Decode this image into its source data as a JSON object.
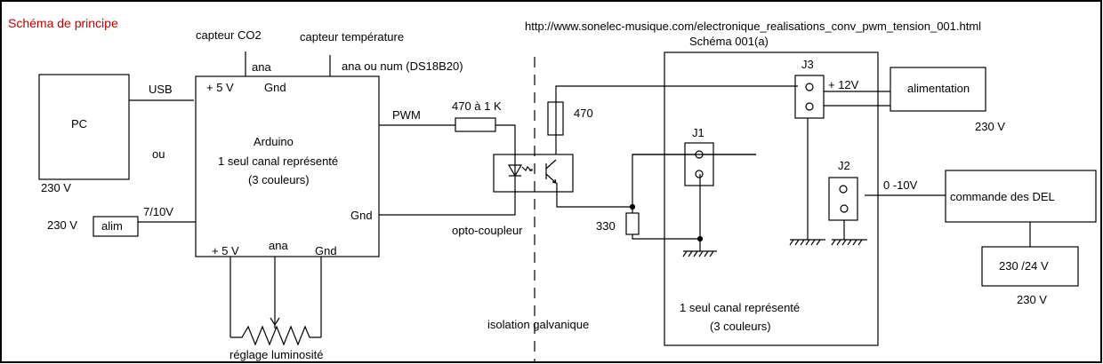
{
  "diagram": {
    "title": "Schéma de principe",
    "source_url": "http://www.sonelec-musique.com/electronique_realisations_conv_pwm_tension_001.html",
    "schema_label": "Schéma 001(a)",
    "pc": {
      "label": "PC",
      "voltage": "230 V",
      "link": "USB",
      "or_label": "ou"
    },
    "alim": {
      "label": "alim",
      "voltage_in": "230 V",
      "voltage_out": "7/10V"
    },
    "sensors": {
      "co2": {
        "label": "capteur CO2",
        "signal": "ana"
      },
      "temperature": {
        "label": "capteur température",
        "signal": "ana ou num (DS18B20)"
      }
    },
    "arduino": {
      "name": "Arduino",
      "line2": "1 seul canal représenté",
      "line3": "(3 couleurs)",
      "pin_5v_top": "+ 5 V",
      "pin_gnd_top": "Gnd",
      "pin_pwm": "PWM",
      "pin_gnd_right": "Gnd",
      "pin_5v_bottom": "+ 5 V",
      "pin_ana_bottom": "ana",
      "pin_gnd_bottom": "Gnd"
    },
    "potentiometer": {
      "label": "réglage luminosité"
    },
    "resistor_input": {
      "label": "470 à 1 K"
    },
    "optocoupler": {
      "label": "opto-coupleur"
    },
    "isolation": {
      "label": "isolation galvanique"
    },
    "resistor_470": {
      "label": "470"
    },
    "resistor_330": {
      "label": "330"
    },
    "board": {
      "j1": "J1",
      "j2": "J2",
      "j3": "J3",
      "line1": "1 seul canal représenté",
      "line2": "(3 couleurs)"
    },
    "power_supply": {
      "label": "alimentation",
      "output": "+ 12V",
      "voltage": "230 V"
    },
    "led_driver": {
      "label": "commande des DEL",
      "input": "0 -10V"
    },
    "transformer": {
      "label": "230 /24 V",
      "voltage": "230 V"
    }
  }
}
